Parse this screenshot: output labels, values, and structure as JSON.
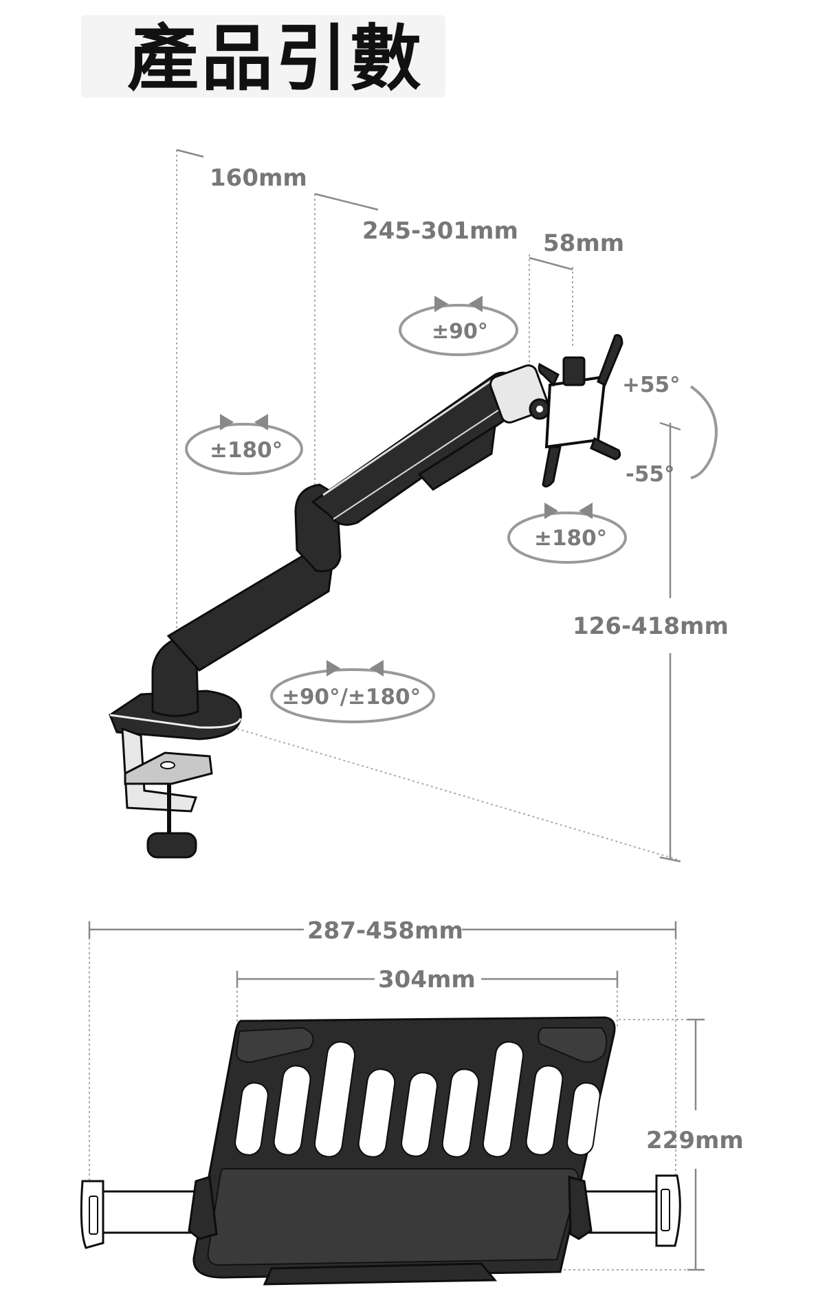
{
  "title": "產品引數",
  "arm": {
    "dims": {
      "d160": "160mm",
      "d245": "245-301mm",
      "d58": "58mm",
      "height": "126-418mm"
    },
    "rotations": {
      "upper_arm": "±90°",
      "forearm": "±180°",
      "head": "±180°",
      "base": "±90°/±180°"
    },
    "tilt": {
      "up": "+55°",
      "down": "-55°"
    }
  },
  "tray": {
    "dims": {
      "width_range": "287-458mm",
      "width": "304mm",
      "depth": "229mm"
    }
  },
  "colors": {
    "dim_line": "#8a8a8a",
    "text": "#777777",
    "arm": "#2b2b2b",
    "outline": "#0d0d0d"
  }
}
